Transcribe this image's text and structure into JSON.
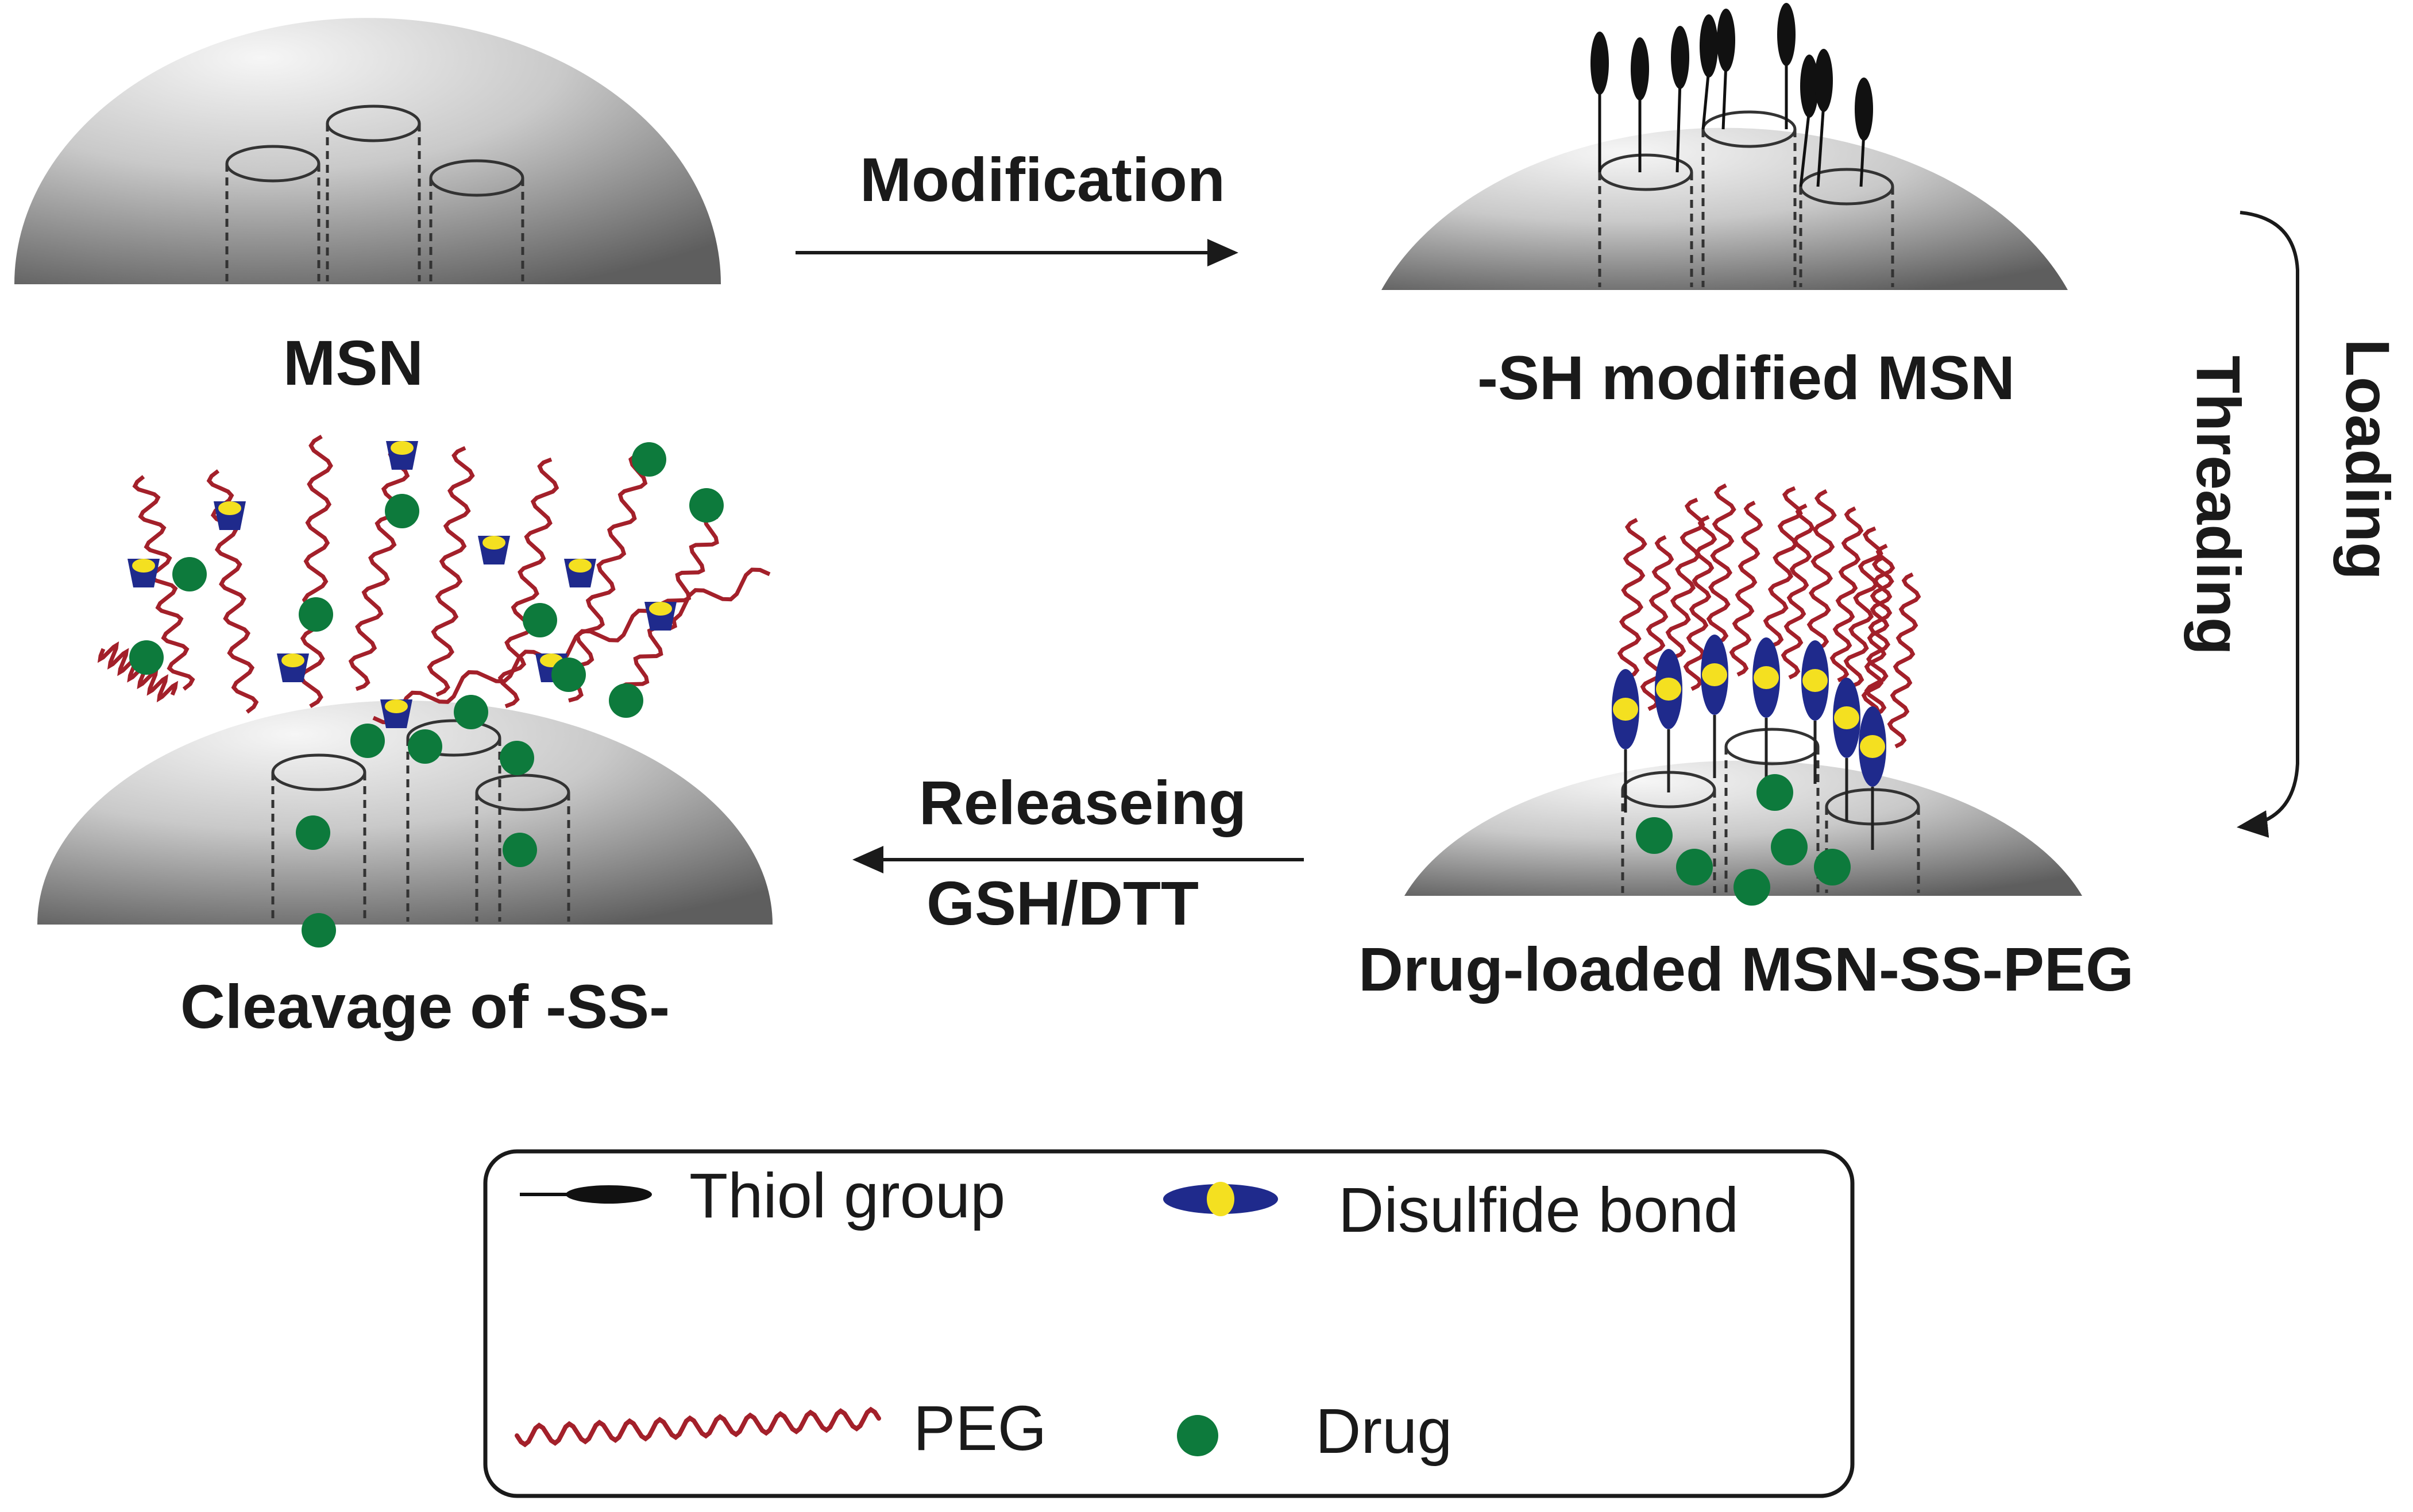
{
  "stages": {
    "msn": "MSN",
    "sh_modified": "-SH modified MSN",
    "drug_loaded": "Drug-loaded MSN-SS-PEG",
    "cleavage": "Cleavage of -SS-"
  },
  "steps": {
    "modification": "Modification",
    "threading": "Threading",
    "loading": "Loading",
    "releasing": "Releaseing",
    "trigger": "GSH/DTT"
  },
  "legend": {
    "thiol": "Thiol group",
    "disulfide": "Disulfide bond",
    "peg": "PEG",
    "drug": "Drug"
  },
  "colors": {
    "peg": "#a3202a",
    "drug": "#0d7a3c",
    "disulfide_outer": "#1f2a8c",
    "disulfide_inner": "#f4e020",
    "thiol": "#111111",
    "sphere_light": "#f4f4f4",
    "sphere_dark": "#6e6e6e"
  }
}
